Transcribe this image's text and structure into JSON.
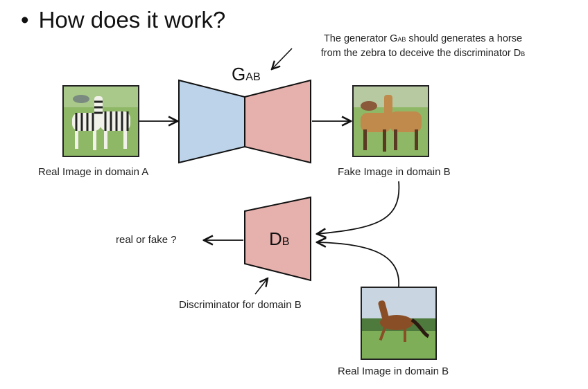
{
  "slide": {
    "title_bullet": "•",
    "title": "How does it work?",
    "annotation": {
      "line1_pre": "The generator G",
      "line1_sub": "AB",
      "line1_post": " should generates a horse",
      "line2_pre": "from the zebra to deceive the discriminator D",
      "line2_sub": "B"
    },
    "generator": {
      "label": "G",
      "sub": "AB",
      "encoder_color": "#bcd3ea",
      "decoder_color": "#e6b0ac"
    },
    "discriminator": {
      "label": "D",
      "sub": "B",
      "color": "#e6b0ac",
      "caption": "Discriminator for domain B"
    },
    "output_label": "real or fake ?",
    "images": {
      "real_a": {
        "caption": "Real Image in domain A",
        "content": "two zebras on grass"
      },
      "fake_b": {
        "caption": "Fake Image in domain B",
        "content": "two zebras translated into horses"
      },
      "real_b": {
        "caption": "Real Image in domain B",
        "content": "brown horse running on grass"
      }
    }
  }
}
